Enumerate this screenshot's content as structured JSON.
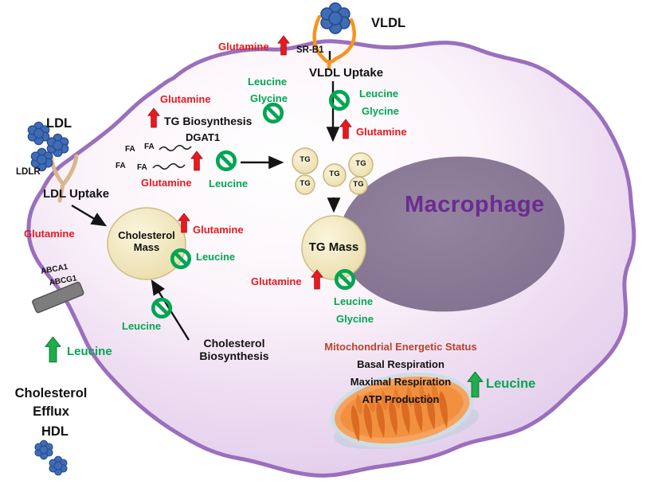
{
  "title": "Macrophage",
  "amino_acids": {
    "glutamine": "Glutamine",
    "leucine": "Leucine",
    "glycine": "Glycine"
  },
  "particles": {
    "vldl": "VLDL",
    "ldl": "LDL",
    "hdl": "HDL",
    "tg": "TG",
    "fa": "FA"
  },
  "receptors": {
    "srb1": "SR-B1",
    "ldlr": "LDLR",
    "abca1": "ABCA1",
    "abcg1": "ABCG1"
  },
  "processes": {
    "vldl_uptake": "VLDL Uptake",
    "ldl_uptake": "LDL Uptake",
    "tg_biosynthesis": "TG Biosynthesis",
    "dgat1": "DGAT1",
    "tg_mass": "TG Mass",
    "cholesterol_mass_line1": "Cholesterol",
    "cholesterol_mass_line2": "Mass",
    "cholesterol_biosynthesis_line1": "Cholesterol",
    "cholesterol_biosynthesis_line2": "Biosynthesis",
    "cholesterol_efflux_line1": "Cholesterol",
    "cholesterol_efflux_line2": "Efflux"
  },
  "mitochondria": {
    "title": "Mitochondrial Energetic Status",
    "basal": "Basal Respiration",
    "maximal": "Maximal Respiration",
    "atp": "ATP Production"
  },
  "colors": {
    "glutamine_red": "#e8191f",
    "amino_green": "#00a651",
    "macrophage_purple": "#6a2c91",
    "mito_title_red": "#b5432b",
    "cell_border": "#9a6fbd",
    "cell_fill": "#e3d0ee",
    "nucleus": "#8b7a9c",
    "droplet_cream": "#f4ebc8",
    "lipoprotein_blue": "#3e6cb5",
    "receptor_orange": "#f7941d",
    "transporter_gray": "#7d7d7d"
  }
}
